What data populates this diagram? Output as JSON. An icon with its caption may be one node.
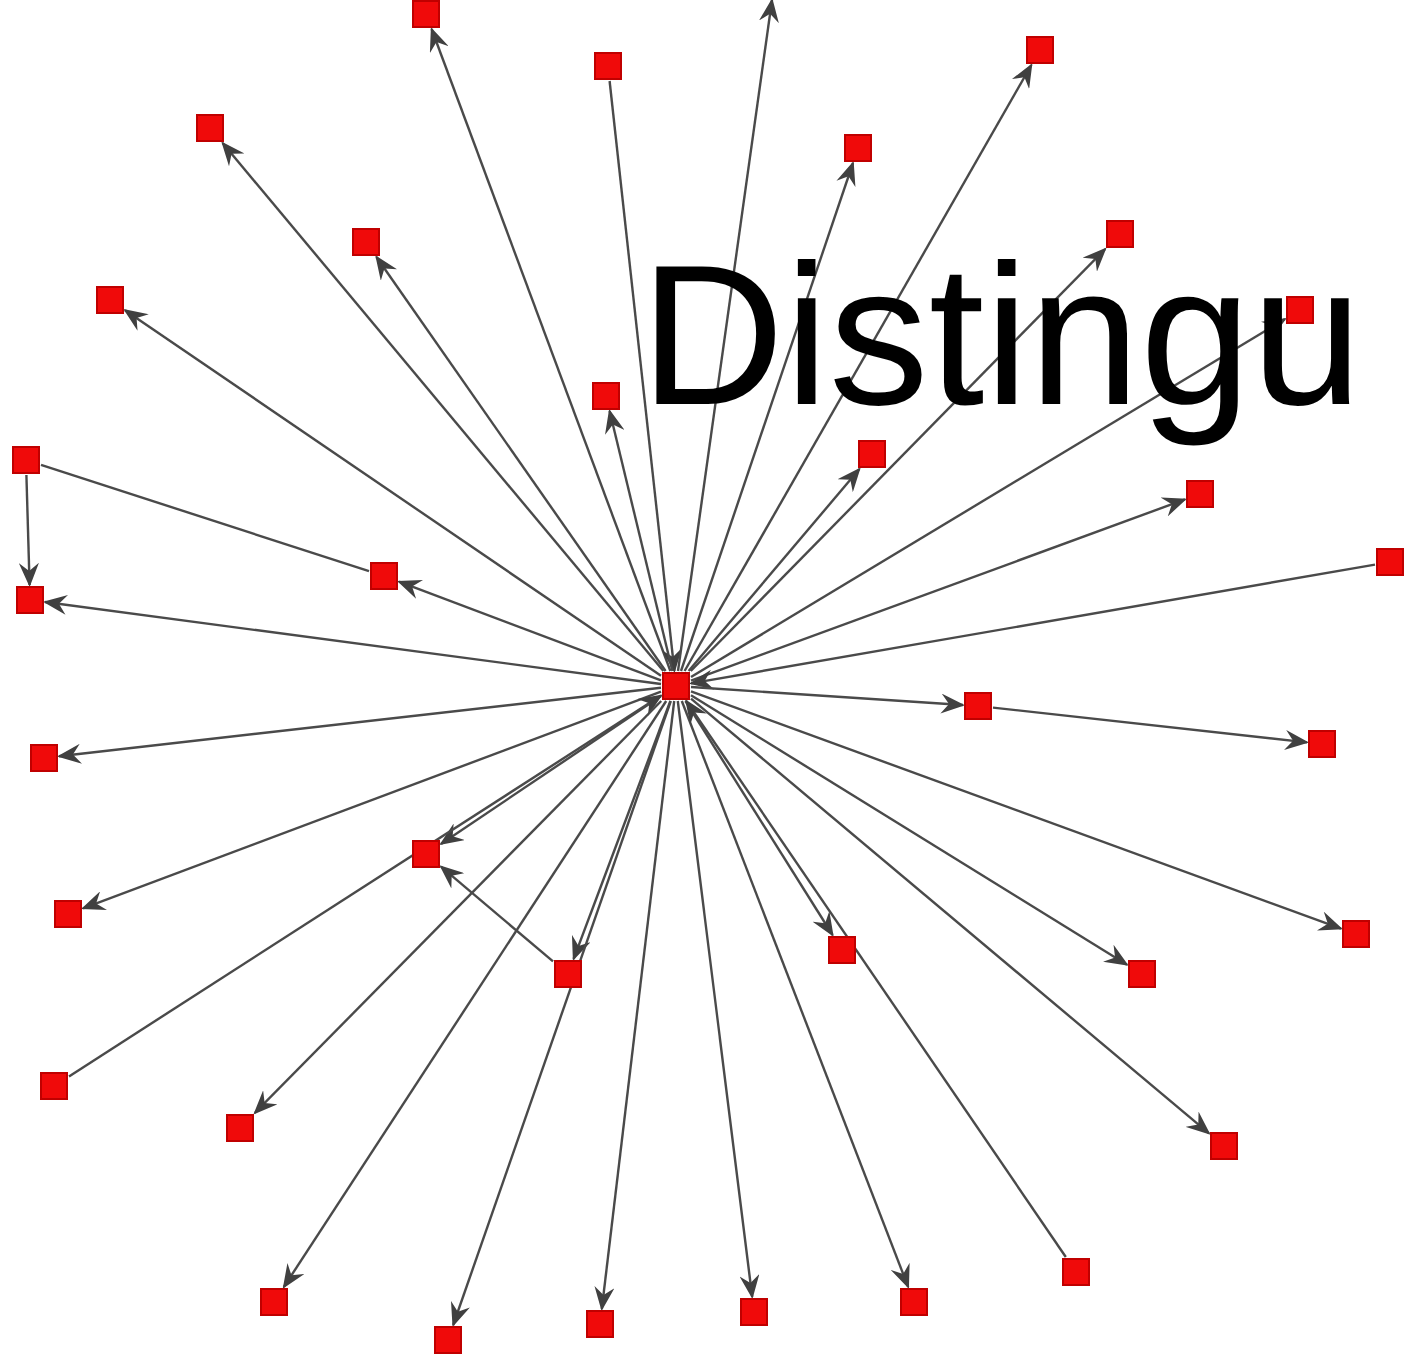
{
  "diagram": {
    "nodes": [
      {
        "text": [],
        "shape": "box"
      },
      {
        "text": [],
        "shape": "box"
      },
      {
        "text": [],
        "shape": "box"
      },
      {
        "text": [],
        "shape": "box"
      },
      {
        "text": [],
        "shape": "box"
      },
      {
        "text": [],
        "shape": "box"
      },
      {
        "text": [],
        "shape": "box"
      },
      {
        "text": [],
        "shape": "box"
      },
      {
        "text": [],
        "shape": "box"
      },
      {
        "text": [],
        "shape": "box"
      },
      {
        "text": [],
        "shape": "box"
      },
      {
        "text": [],
        "shape": "box"
      },
      {
        "text": [],
        "shape": "box"
      },
      {
        "text": [],
        "shape": "box"
      },
      {
        "text": [],
        "shape": "box"
      },
      {
        "text": [],
        "shape": "box"
      },
      {
        "text": [],
        "shape": "box"
      },
      {
        "text": [],
        "shape": "box"
      },
      {
        "text": [],
        "shape": "box"
      },
      {
        "text": [],
        "shape": "box"
      },
      {
        "text": [],
        "shape": "box"
      },
      {
        "text": [],
        "shape": "box"
      },
      {
        "text": [],
        "shape": "box"
      },
      {
        "text": [],
        "shape": "box"
      },
      {
        "text": [],
        "shape": "box"
      },
      {
        "text": [],
        "shape": "box"
      },
      {
        "text": [],
        "shape": "box"
      },
      {
        "text": [],
        "shape": "box"
      },
      {
        "text": [],
        "shape": "box"
      },
      {
        "text": [],
        "shape": "box"
      },
      {
        "text": [],
        "shape": "box"
      },
      {
        "text": [],
        "shape": "box"
      },
      {
        "text": [],
        "shape": "box"
      },
      {
        "text": [],
        "shape": "box"
      },
      {
        "text": [],
        "shape": "box"
      }
    ],
    "edges": [
      {
        "from": 0,
        "to": 1,
        "arrow": "to"
      },
      {
        "from": 2,
        "to": 0,
        "arrow": "to"
      },
      {
        "from": 0,
        "to": 3,
        "arrow": "to"
      },
      {
        "from": 0,
        "to": 4,
        "arrow": "to"
      },
      {
        "from": 0,
        "to": 5,
        "arrow": "to"
      },
      {
        "from": 0,
        "to": 6,
        "arrow": "to"
      },
      {
        "from": 0,
        "to": 7,
        "arrow": "to"
      },
      {
        "from": 0,
        "to": 8,
        "arrow": "to"
      },
      {
        "from": 0,
        "to": 9,
        "arrow": "to"
      },
      {
        "from": 0,
        "to": 10,
        "arrow": "to"
      },
      {
        "from": 0,
        "to": 11,
        "arrow": "to"
      },
      {
        "from": 12,
        "to": 15,
        "arrow": "to"
      },
      {
        "from": 12,
        "to": 16,
        "arrow": "none"
      },
      {
        "from": 0,
        "to": 13,
        "arrow": "to"
      },
      {
        "from": 14,
        "to": 0,
        "arrow": "to"
      },
      {
        "from": 0,
        "to": 15,
        "arrow": "to"
      },
      {
        "from": 0,
        "to": 16,
        "arrow": "to"
      },
      {
        "from": 0,
        "to": 17,
        "arrow": "to"
      },
      {
        "from": 17,
        "to": 18,
        "arrow": "to"
      },
      {
        "from": 0,
        "to": 19,
        "arrow": "to"
      },
      {
        "from": 0,
        "to": 20,
        "arrow": "to"
      },
      {
        "from": 0,
        "to": 21,
        "arrow": "to"
      },
      {
        "from": 0,
        "to": 22,
        "arrow": "to"
      },
      {
        "from": 0,
        "to": 23,
        "arrow": "to"
      },
      {
        "from": 23,
        "to": 20,
        "arrow": "to"
      },
      {
        "from": 0,
        "to": 24,
        "arrow": "to"
      },
      {
        "from": 0,
        "to": 25,
        "arrow": "to"
      },
      {
        "from": 26,
        "to": 0,
        "arrow": "to"
      },
      {
        "from": 0,
        "to": 27,
        "arrow": "to"
      },
      {
        "from": 0,
        "to": 28,
        "arrow": "to"
      },
      {
        "from": 0,
        "to": 29,
        "arrow": "to"
      },
      {
        "from": 0,
        "to": 30,
        "arrow": "to"
      },
      {
        "from": 0,
        "to": 31,
        "arrow": "to"
      },
      {
        "from": 0,
        "to": 32,
        "arrow": "to"
      },
      {
        "from": 0,
        "to": 33,
        "arrow": "to"
      },
      {
        "from": 34,
        "to": 0,
        "arrow": "to"
      },
      {
        "from": 0,
        "to": null,
        "arrow": "to"
      }
    ],
    "labels": [
      "Distingu"
    ]
  }
}
